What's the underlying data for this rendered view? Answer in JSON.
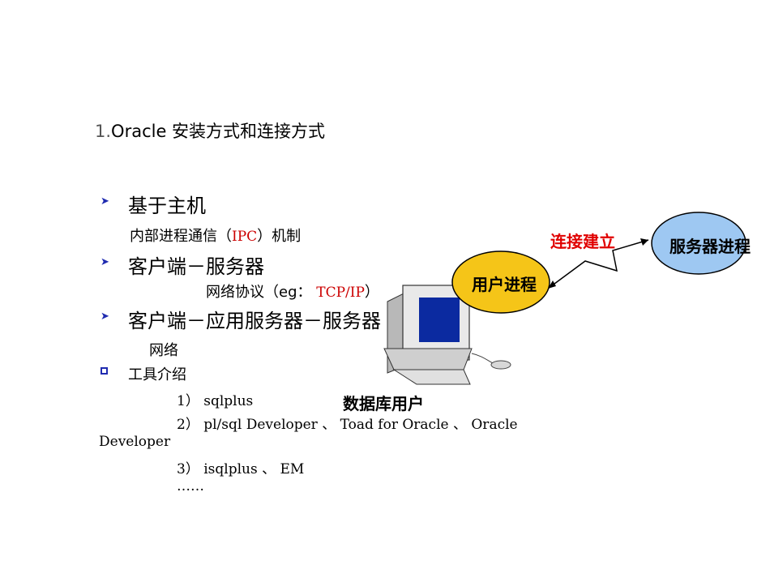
{
  "title": {
    "num": "1.",
    "text": "Oracle 安装方式和连接方式"
  },
  "items": [
    {
      "label": "基于主机",
      "sub": "内部进程通信（",
      "ipc": "IPC",
      "sub_end": "）机制"
    },
    {
      "label": "客户端－服务器",
      "sub": "网络协议（eg： ",
      "proto": "TCP/IP",
      "sub_end": "）"
    },
    {
      "label": "客户端－应用服务器－服务器",
      "sub": "网络"
    }
  ],
  "tools": {
    "heading": "工具介绍",
    "line1": "1） sqlplus",
    "line2": "2） pl/sql Developer 、 Toad for Oracle 、 Oracle",
    "line2b": "Developer",
    "line3": "3） isqlplus 、 EM",
    "ellipsis": "……"
  },
  "diagram": {
    "connect_label": "连接建立",
    "user_process": "用户进程",
    "server_process": "服务器进程",
    "db_user": "数据库用户",
    "colors": {
      "user_ellipse": "#f5c518",
      "server_ellipse": "#9ec8f2",
      "connect": "#e00000",
      "screen": "#0b2aa0"
    }
  }
}
